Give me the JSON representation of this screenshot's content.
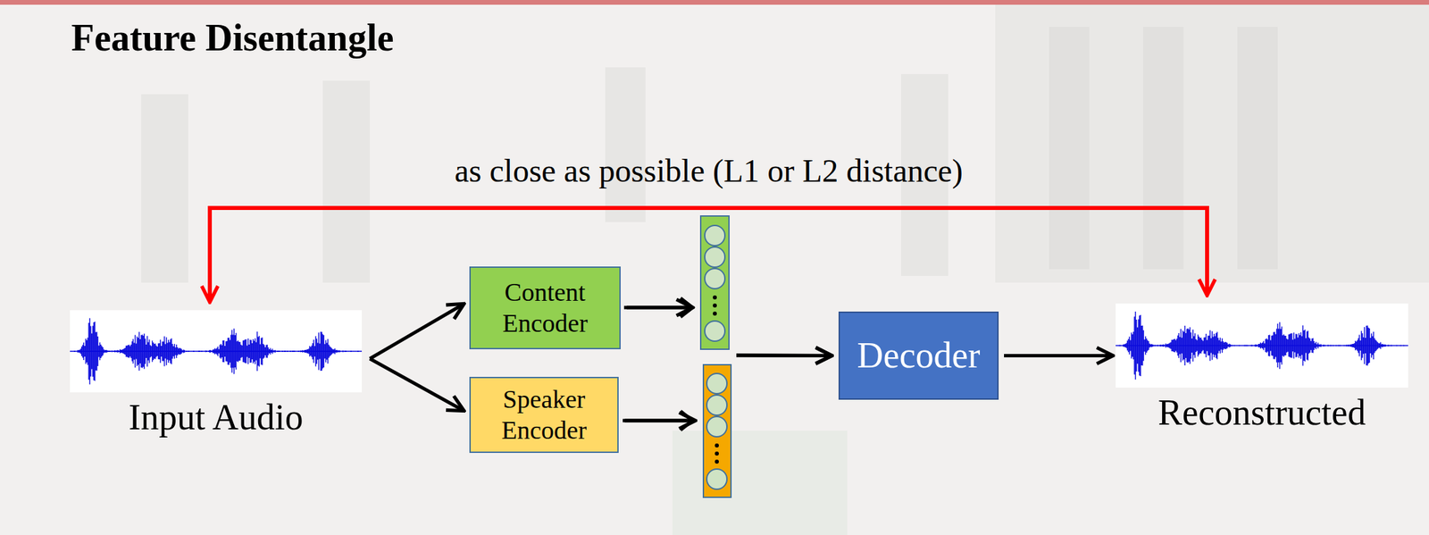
{
  "diagram": {
    "title": "Feature Disentangle",
    "nodes": [
      {
        "text": [
          "Input Audio"
        ]
      },
      {
        "text": [
          "Content Encoder"
        ]
      },
      {
        "text": [
          "Speaker Encoder"
        ]
      },
      {
        "text": [
          "Decoder"
        ]
      },
      {
        "text": [
          "Reconstructed"
        ]
      }
    ],
    "edges": [
      {
        "from": 0,
        "to": 1,
        "arrow": "to"
      },
      {
        "from": 0,
        "to": 2,
        "arrow": "to"
      },
      {
        "from": 0,
        "to": 4,
        "label": "as close as possible (L1 or L2 distance)",
        "arrow": "both"
      },
      {
        "from": 1,
        "to": 3,
        "arrow": "to"
      },
      {
        "from": 2,
        "to": 3,
        "arrow": "to"
      },
      {
        "from": 3,
        "to": 4,
        "arrow": "to"
      }
    ]
  }
}
